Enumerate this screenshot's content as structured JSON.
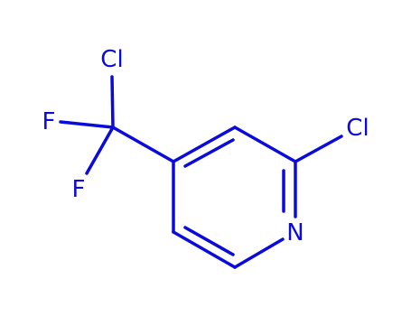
{
  "molecule": {
    "color": "#0a0adc",
    "background": "#ffffff",
    "atoms": {
      "cl_top": "Cl",
      "f_left": "F",
      "f_bottom": "F",
      "cl_right": "Cl",
      "n_ring": "N"
    }
  }
}
